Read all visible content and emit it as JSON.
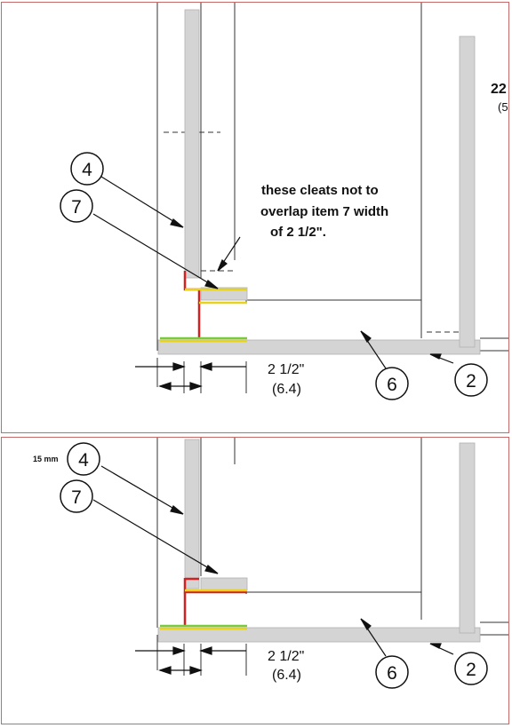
{
  "top": {
    "callouts": [
      "4",
      "7",
      "6",
      "2"
    ],
    "note_lines": [
      "these cleats not to",
      "overlap item 7 width",
      "of 2 1/2\"."
    ],
    "dim_fraction": "2  1/2\"",
    "dim_metric": "(6.4)",
    "edge_text_1": "22",
    "edge_text_2": "(5"
  },
  "bottom": {
    "callouts": [
      "4",
      "7",
      "6",
      "2"
    ],
    "thickness_note": "15 mm",
    "dim_fraction": "2  1/2\"",
    "dim_metric": "(6.4)"
  },
  "colors": {
    "border": "#c46a6a",
    "panel_fill": "#d4d4d4",
    "red_line": "#d42020",
    "yellow_line": "#e8d21a",
    "green_line": "#7ac943"
  }
}
